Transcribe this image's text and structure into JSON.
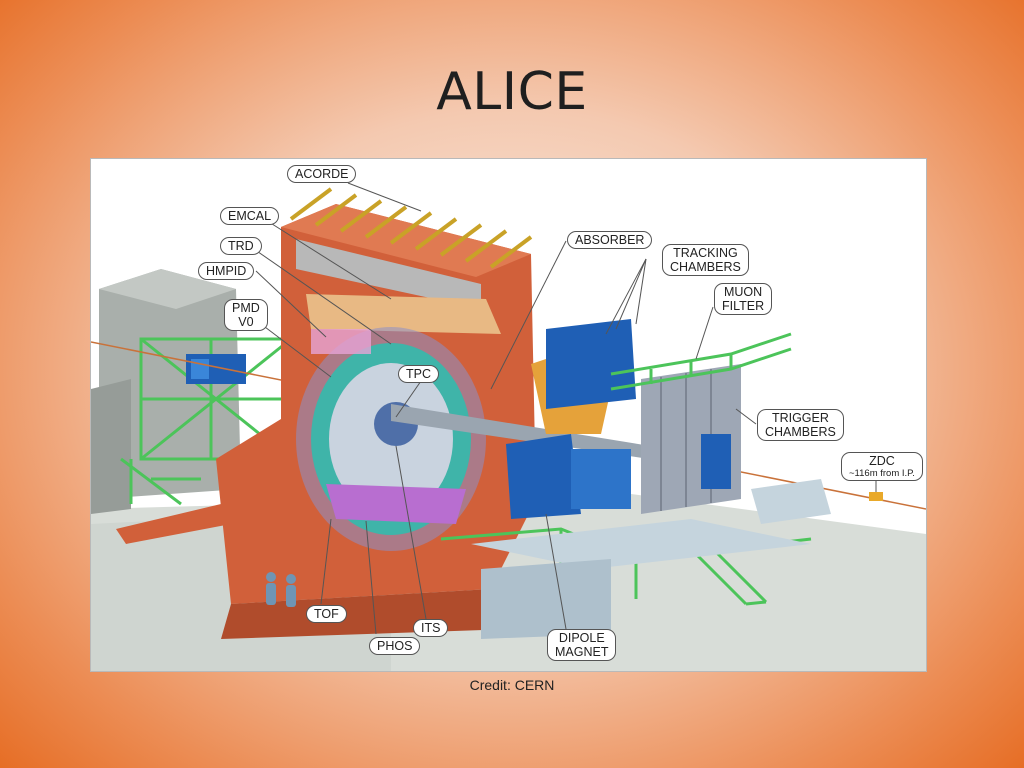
{
  "slide": {
    "title": "ALICE",
    "credit": "Credit: CERN"
  },
  "diagram": {
    "labels": {
      "acorde": "ACORDE",
      "emcal": "EMCAL",
      "trd": "TRD",
      "hmpid": "HMPID",
      "pmd": "PMD",
      "v0": "V0",
      "tpc": "TPC",
      "absorber": "ABSORBER",
      "tracking_line1": "TRACKING",
      "tracking_line2": "CHAMBERS",
      "muon_line1": "MUON",
      "muon_line2": "FILTER",
      "trigger_line1": "TRIGGER",
      "trigger_line2": "CHAMBERS",
      "zdc_line1": "ZDC",
      "zdc_line2": "~116m from I.P.",
      "tof": "TOF",
      "phos": "PHOS",
      "its": "ITS",
      "dipole_line1": "DIPOLE",
      "dipole_line2": "MAGNET"
    }
  }
}
